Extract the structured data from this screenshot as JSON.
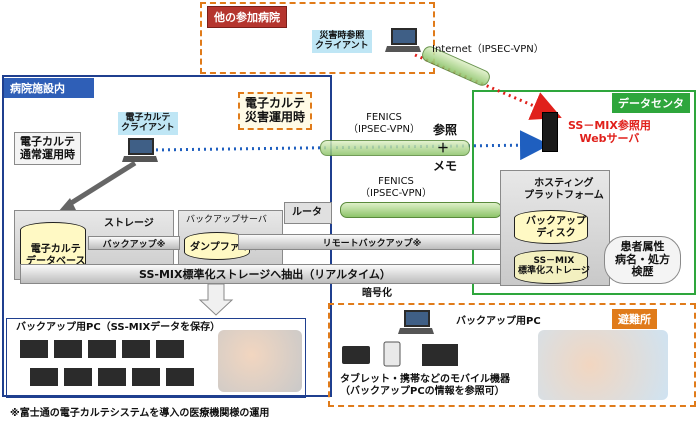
{
  "regions": {
    "other_hospital": "他の参加病院",
    "hospital_inside": "病院施設内",
    "datacenter": "データセンタ",
    "evacuation": "避難所"
  },
  "labels": {
    "disaster_client": "災害時参照\nクライアント",
    "internet_vpn": "Internet（IPSEC-VPN）",
    "emr_client": "電子カルテ\nクライアント",
    "emr_normal": "電子カルテ\n通常運用時",
    "emr_disaster": "電子カルテ\n災害運用時",
    "fenics1": "FENICS\n（IPSEC-VPN）",
    "fenics2": "FENICS\n（IPSEC-VPN）",
    "ref_memo_1": "参照",
    "ref_memo_plus": "＋",
    "ref_memo_2": "メモ",
    "ssmix_web": "SS－MIX参照用\nWebサーバ",
    "storage": "ストレージ",
    "emr_db": "電子カルテ\nデータベース",
    "backup_arrow": "バックアップ※",
    "backup_server": "バックアップサーバ",
    "dump_file": "ダンプファイル",
    "router": "ルータ",
    "remote_backup": "リモートバックアップ※",
    "hosting": "ホスティング\nプラットフォーム",
    "backup_disk": "バックアップ\nディスク",
    "ssmix_storage": "SS－MIX\n標準化ストレージ",
    "patient_info": "患者属性\n病名・処方\n検歴",
    "extract": "SS-MIX標準化ストレージへ抽出（リアルタイム）",
    "encrypt": "暗号化",
    "backup_pc": "バックアップ用PC（SS-MIXデータを保存）",
    "backup_pc2": "バックアップ用PC",
    "mobile": "タブレット・携帯などのモバイル機器\n（バックアップPCの情報を参照可）",
    "footnote": "※富士通の電子カルテシステムを導入の医療機関様の運用"
  },
  "colors": {
    "orange": "#e07b1a",
    "blue": "#1f3f8f",
    "green": "#2ea63c",
    "red": "#e0201b"
  }
}
